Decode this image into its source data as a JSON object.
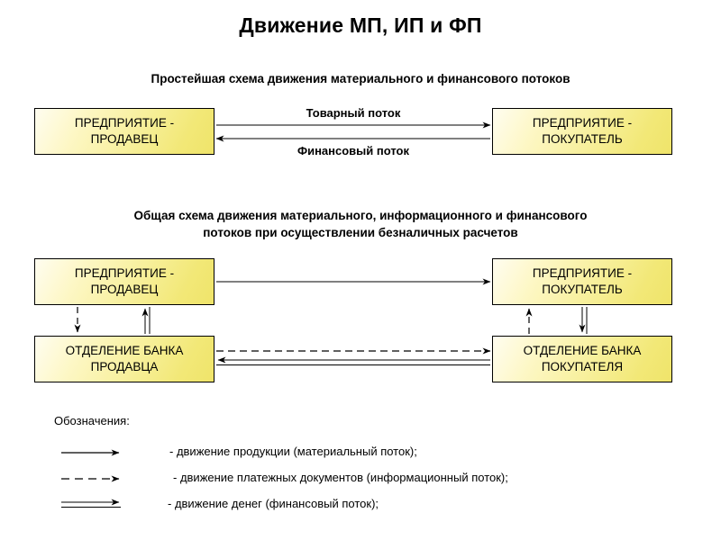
{
  "page": {
    "title": "Движение МП, ИП и ФП",
    "background_color": "#ffffff",
    "box_fill_from": "#fffdf0",
    "box_fill_to": "#efe46a",
    "line_color": "#000000"
  },
  "diagram_1": {
    "subtitle": "Простейшая схема движения материального и финансового потоков",
    "nodes": {
      "seller": "ПРЕДПРИЯТИЕ -\nПРОДАВЕЦ",
      "buyer": "ПРЕДПРИЯТИЕ -\nПОКУПАТЕЛЬ"
    },
    "flows": {
      "goods": "Товарный поток",
      "money": "Финансовый поток"
    }
  },
  "diagram_2": {
    "subtitle_line_1": "Общая схема движения материального, информационного и финансового",
    "subtitle_line_2": "потоков при осуществлении безналичных расчетов",
    "nodes": {
      "seller": "ПРЕДПРИЯТИЕ -\nПРОДАВЕЦ",
      "buyer": "ПРЕДПРИЯТИЕ -\nПОКУПАТЕЛЬ",
      "bank_seller": "ОТДЕЛЕНИЕ БАНКА\nПРОДАВЦА",
      "bank_buyer": "ОТДЕЛЕНИЕ БАНКА\nПОКУПАТЕЛЯ"
    }
  },
  "legend": {
    "title": "Обозначения:",
    "items": [
      {
        "style": "solid-single",
        "glyph": "single-line-arrow-icon",
        "text": "- движение продукции (материальный поток);"
      },
      {
        "style": "dashed",
        "glyph": "dashed-line-arrow-icon",
        "text": "- движение платежных документов (информационный поток);"
      },
      {
        "style": "double",
        "glyph": "double-line-arrow-icon",
        "text": "- движение денег (финансовый поток);"
      }
    ]
  }
}
